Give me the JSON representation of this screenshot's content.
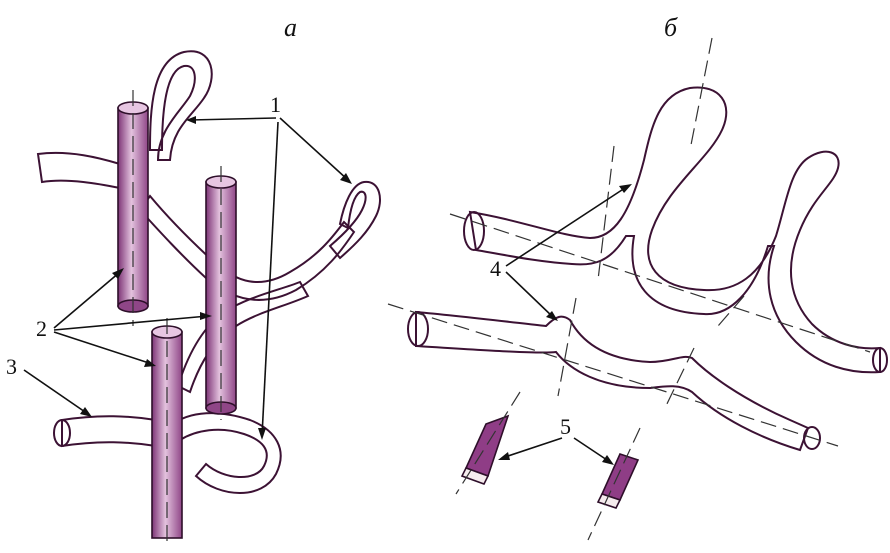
{
  "panels": {
    "left": {
      "letter": "a"
    },
    "right": {
      "letter": "б"
    }
  },
  "labels": {
    "l1": "1",
    "l2": "2",
    "l3": "3",
    "l4": "4",
    "l5": "5"
  },
  "colors": {
    "strip_dark": "#7a1f6e",
    "strip_mid": "#b86aa8",
    "strip_light": "#f6ecee",
    "rod_fill": "#a0569a",
    "rod_highlight": "#e7c6e2",
    "ink": "#111111"
  }
}
